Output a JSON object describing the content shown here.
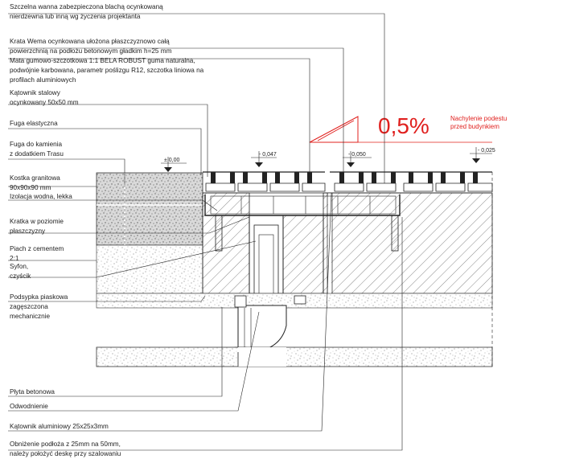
{
  "labels": {
    "l1": [
      "Szczelna wanna zabezpieczona blachą ocynkowaną",
      "nierdzewna lub inną wg życzenia projektanta"
    ],
    "l2": [
      "Krata Wema ocynkowana ułożona płaszczyznowo całą",
      "powierzchnią na podłożu betonowym gładkim h=25 mm"
    ],
    "l3": [
      "Mata gumowo-szczotkowa 1:1 BELA ROBUST guma naturalna,",
      "podwójnie karbowana, parametr poślizgu R12, szczotka liniowa na",
      "profilach aluminiowych"
    ],
    "l4": [
      "Kątownik stalowy",
      "ocynkowany 50x50 mm"
    ],
    "l5": [
      "Fuga elastyczna"
    ],
    "l6": [
      "Fuga do kamienia",
      "z dodatkiem Trasu"
    ],
    "l7": [
      "Kostka granitowa",
      "90x90x90 mm"
    ],
    "l8": [
      "Izolacja wodna, lekka"
    ],
    "l9": [
      "Kratka w poziomie",
      "płaszczyzny"
    ],
    "l10": [
      "Piach z cementem",
      "2:1"
    ],
    "l11": [
      "Syfon,",
      "czyścik"
    ],
    "l12": [
      "Podsypka piaskowa",
      "zagęszczona",
      "mechanicznie"
    ],
    "b1": [
      "Płyta betonowa"
    ],
    "b2": [
      "Odwodnienie"
    ],
    "b3": [
      "Kątownik aluminiowy 25x25x3mm"
    ],
    "b4": [
      "Obniżenie podłoża z 25mm na 50mm,",
      "należy położyć deskę przy szalowaniu"
    ]
  },
  "levels": {
    "lv1": "± 0,00",
    "lv2": "- 0,047",
    "lv3": "- 0,050",
    "lv4": "- 0,025"
  },
  "slope": {
    "value": "0,5%",
    "note": [
      "Nachylenie podestu",
      "przed budynkiem"
    ]
  },
  "colors": {
    "line": "#222222",
    "accent": "#e0201e"
  }
}
